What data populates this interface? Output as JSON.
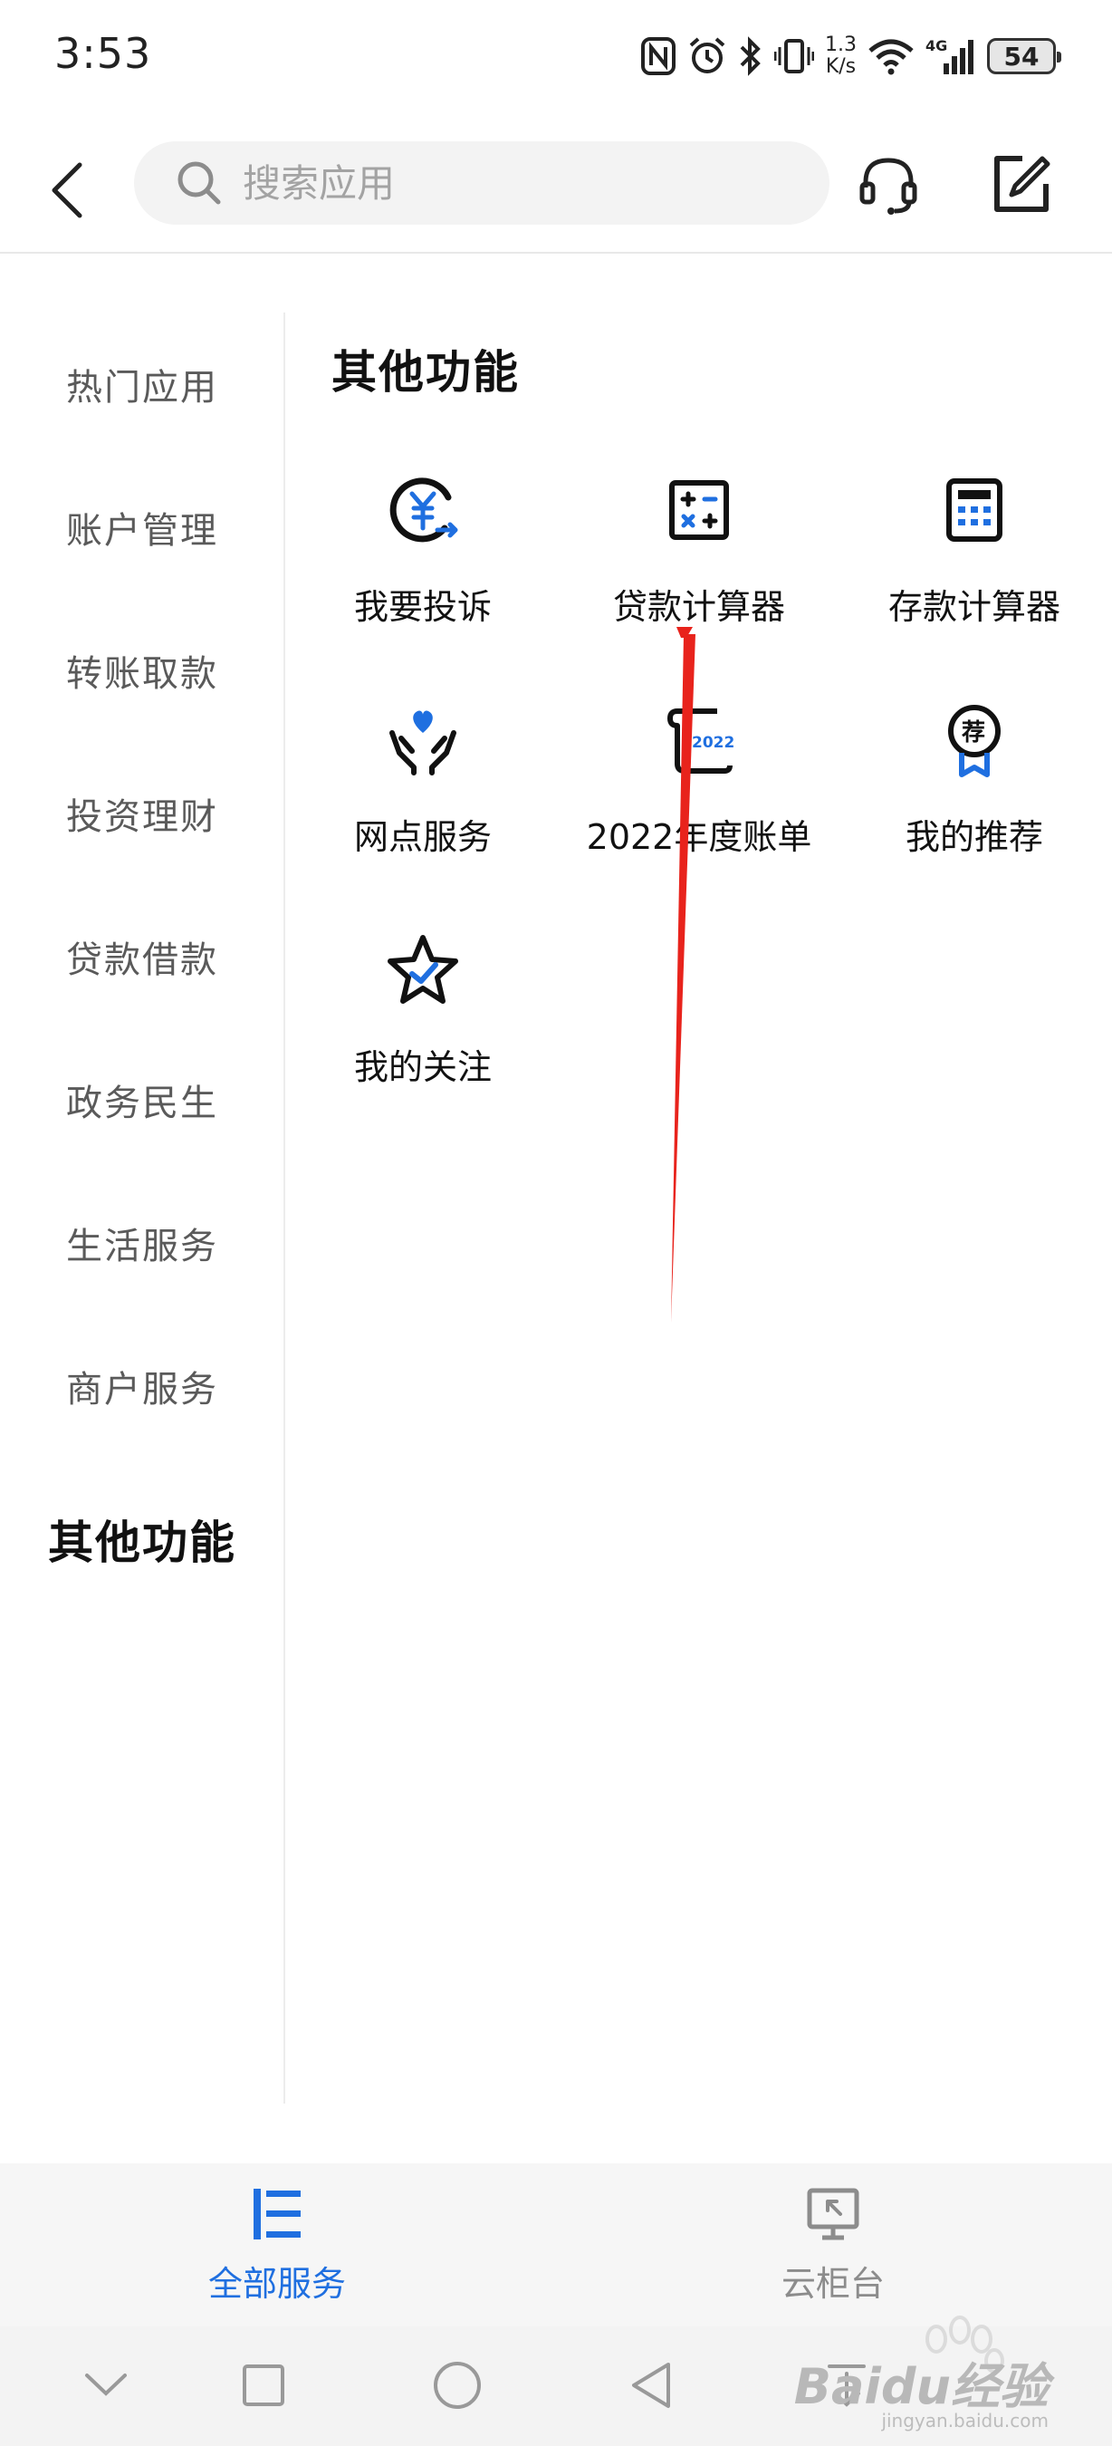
{
  "status_bar": {
    "time": "3:53",
    "net_speed_value": "1.3",
    "net_speed_unit": "K/s",
    "network_type": "4G",
    "battery": "54"
  },
  "header": {
    "search_placeholder": "搜索应用"
  },
  "sidebar": {
    "items": [
      {
        "label": "热门应用",
        "active": false
      },
      {
        "label": "账户管理",
        "active": false
      },
      {
        "label": "转账取款",
        "active": false
      },
      {
        "label": "投资理财",
        "active": false
      },
      {
        "label": "贷款借款",
        "active": false
      },
      {
        "label": "政务民生",
        "active": false
      },
      {
        "label": "生活服务",
        "active": false
      },
      {
        "label": "商户服务",
        "active": false
      },
      {
        "label": "其他功能",
        "active": true
      }
    ]
  },
  "main": {
    "section_title": "其他功能",
    "items": [
      {
        "label": "我要投诉",
        "icon": "complaint-yen-icon"
      },
      {
        "label": "贷款计算器",
        "icon": "loan-calculator-icon"
      },
      {
        "label": "存款计算器",
        "icon": "deposit-calculator-icon"
      },
      {
        "label": "网点服务",
        "icon": "branch-service-hands-icon"
      },
      {
        "label": "2022年度账单",
        "icon": "annual-bill-2022-icon"
      },
      {
        "label": "我的推荐",
        "icon": "recommend-badge-icon"
      },
      {
        "label": "我的关注",
        "icon": "star-check-icon"
      }
    ]
  },
  "tabbar": {
    "tabs": [
      {
        "label": "全部服务",
        "active": true
      },
      {
        "label": "云柜台",
        "active": false
      }
    ]
  },
  "colors": {
    "accent": "#1f6fe0",
    "annotation": "#e8231c"
  },
  "watermark": {
    "text": "Baidu经验",
    "sub": "jingyan.baidu.com"
  }
}
